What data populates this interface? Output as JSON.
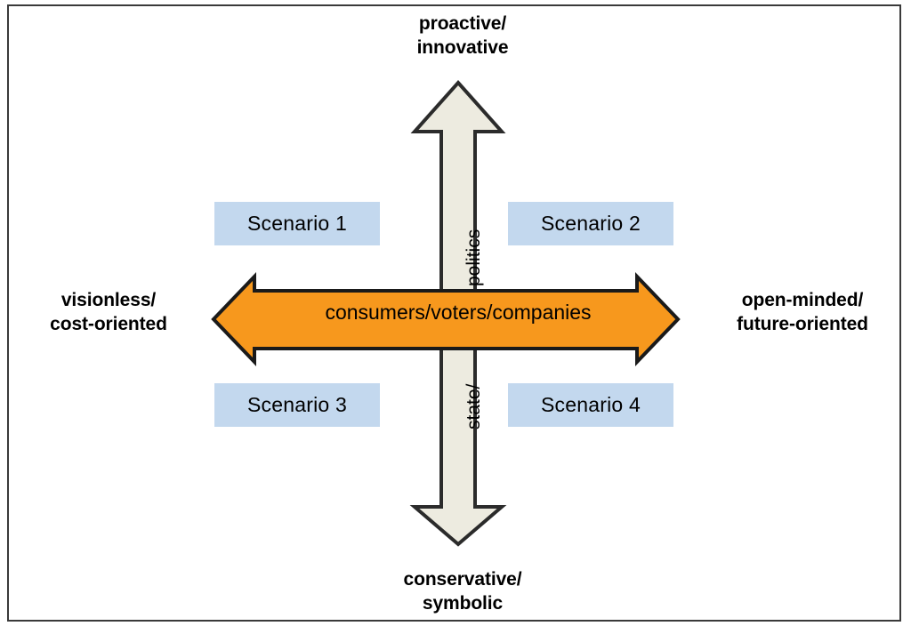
{
  "figure": {
    "title": "Scenario matrix of two driver axes",
    "type": "2x2-scenario-matrix",
    "border_color": "#3a3a3a",
    "background": "#ffffff"
  },
  "axes": {
    "vertical": {
      "top_label": "proactive/\ninnovative",
      "bottom_label": "conservative/\nsymbolic",
      "driver_label_top": "politics",
      "driver_label_bottom": "state/",
      "arrow_fill": "#edebe0",
      "arrow_stroke": "#2b2b2b"
    },
    "horizontal": {
      "left_label": "visionless/\ncost-oriented",
      "right_label": "open-minded/\nfuture-oriented",
      "driver_label": "consumers/voters/companies",
      "arrow_fill": "#f7981d",
      "arrow_stroke": "#1a1a1a"
    }
  },
  "quadrants": [
    {
      "id": "scenario-1",
      "label": "Scenario 1",
      "position": "top-left",
      "fill": "#c3d8ee"
    },
    {
      "id": "scenario-2",
      "label": "Scenario 2",
      "position": "top-right",
      "fill": "#c3d8ee"
    },
    {
      "id": "scenario-3",
      "label": "Scenario 3",
      "position": "bottom-left",
      "fill": "#c3d8ee"
    },
    {
      "id": "scenario-4",
      "label": "Scenario 4",
      "position": "bottom-right",
      "fill": "#c3d8ee"
    }
  ]
}
